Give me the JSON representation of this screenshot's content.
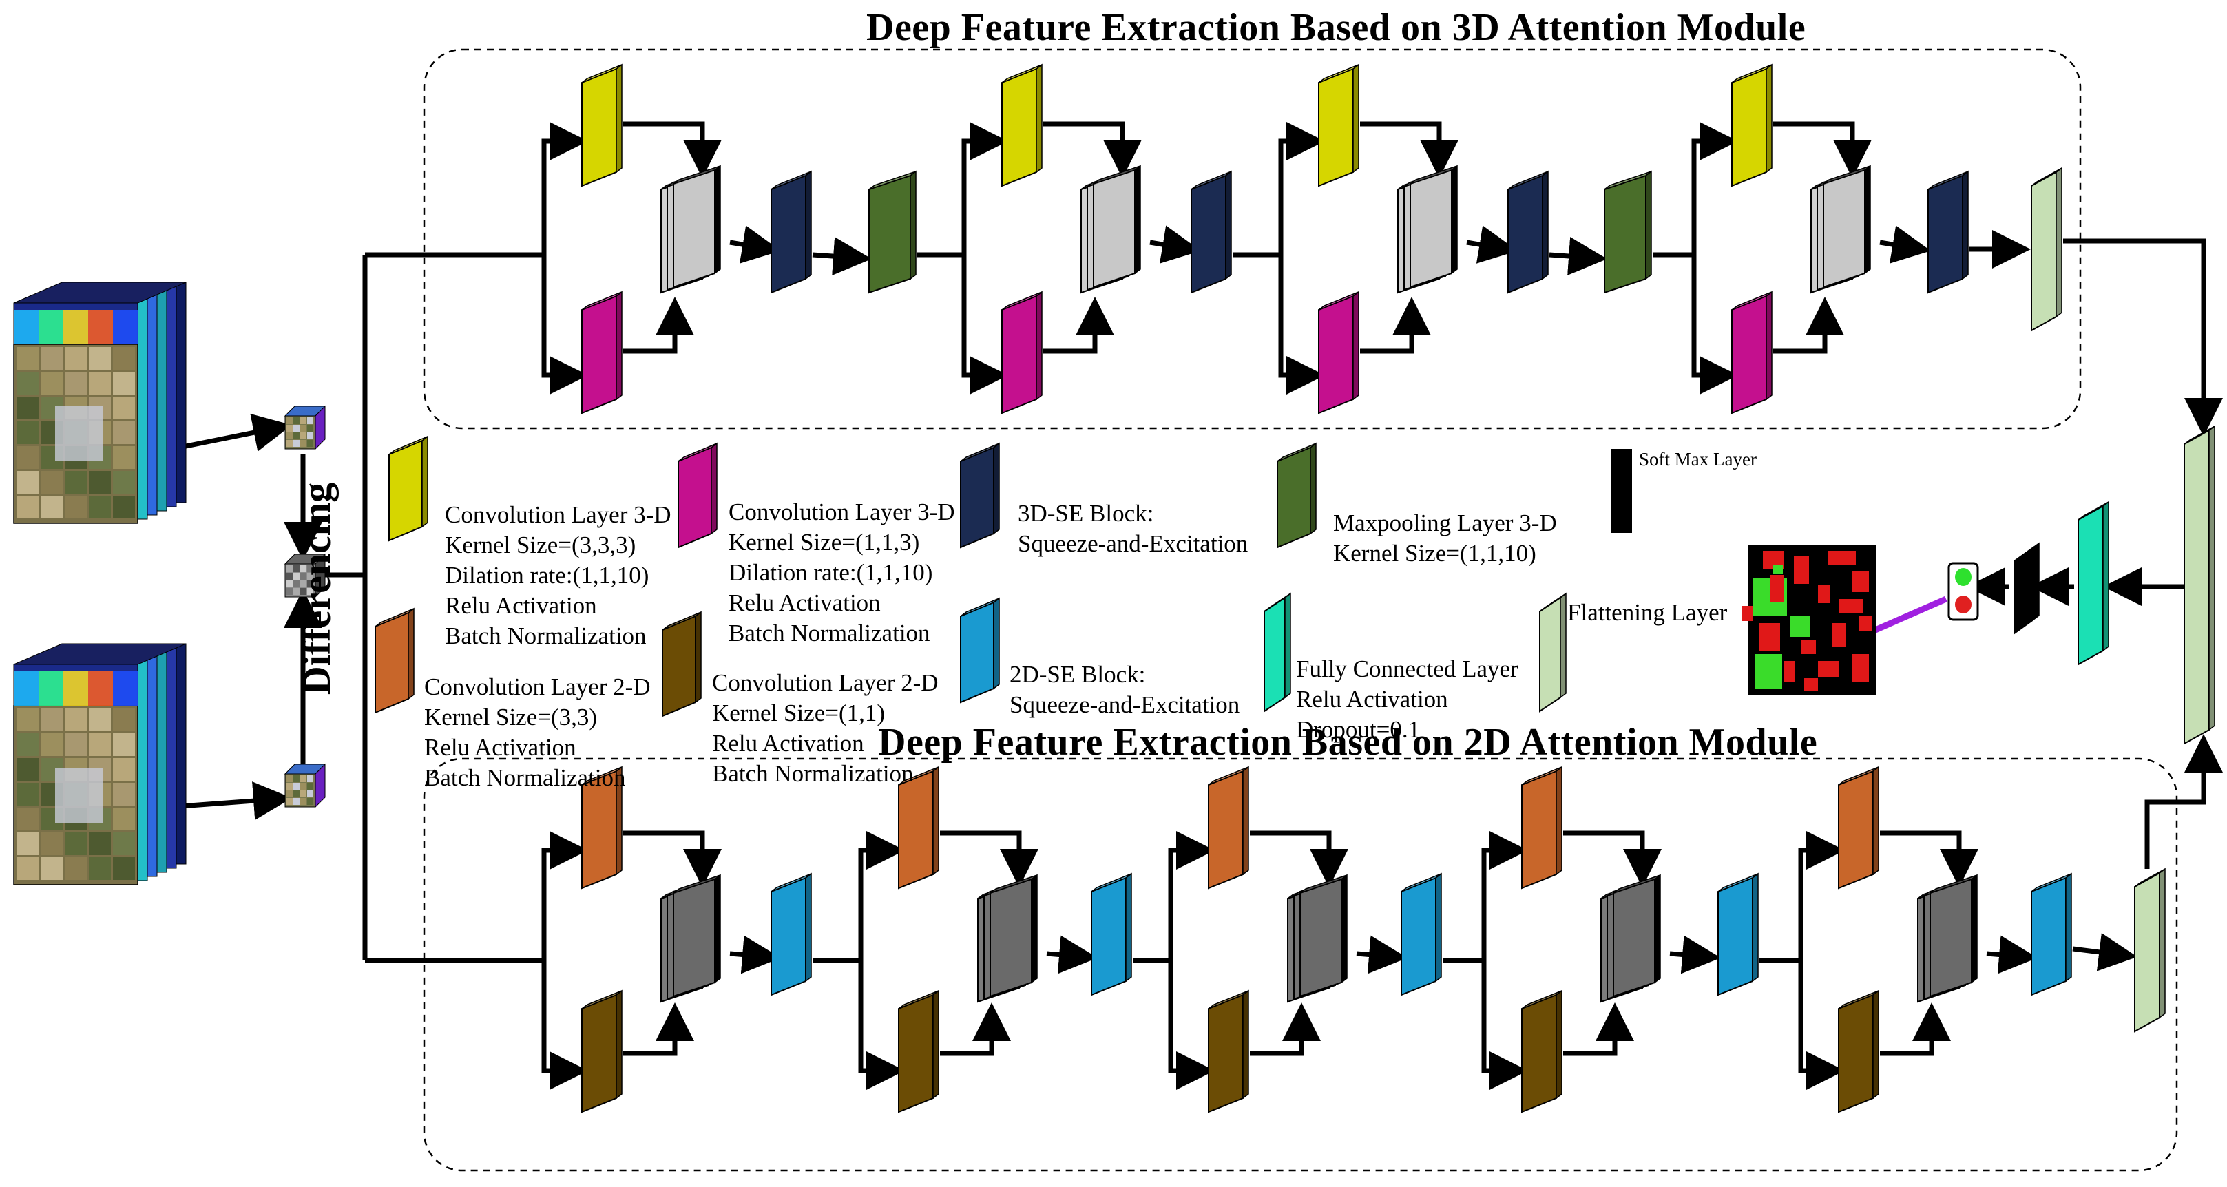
{
  "titles": {
    "top_module": "Deep Feature Extraction Based on 3D Attention Module",
    "bottom_module": "Deep Feature Extraction Based on 2D Attention Module"
  },
  "side_label": "Differencing",
  "legend": {
    "conv3d_a": {
      "color": "#d6d600",
      "lines": [
        "Convolution Layer 3-D",
        "Kernel Size=(3,3,3)",
        "Dilation rate:(1,1,10)",
        "Relu Activation",
        "Batch Normalization"
      ]
    },
    "conv3d_b": {
      "color": "#c4108e",
      "lines": [
        "Convolution Layer 3-D",
        "Kernel Size=(1,1,3)",
        "Dilation rate:(1,1,10)",
        "Relu Activation",
        "Batch Normalization"
      ]
    },
    "se3d": {
      "color": "#1b2b52",
      "lines": [
        "3D-SE Block:",
        "Squeeze-and-Excitation"
      ]
    },
    "maxpool3d": {
      "color": "#4a6e2a",
      "lines": [
        "Maxpooling Layer 3-D",
        "Kernel Size=(1,1,10)"
      ]
    },
    "softmax": {
      "color": "#000000",
      "lines": [
        "Soft Max Layer"
      ]
    },
    "conv2d_a": {
      "color": "#c8662a",
      "lines": [
        "Convolution Layer 2-D",
        "Kernel Size=(3,3)",
        "Relu Activation",
        "Batch Normalization"
      ]
    },
    "conv2d_b": {
      "color": "#6b4c05",
      "lines": [
        "Convolution Layer 2-D",
        "Kernel Size=(1,1)",
        "Relu Activation",
        "Batch Normalization"
      ]
    },
    "se2d": {
      "color": "#1a9ad0",
      "lines": [
        "2D-SE Block:",
        "Squeeze-and-Excitation"
      ]
    },
    "fc": {
      "color": "#1be0b4",
      "lines": [
        "Fully Connected Layer",
        "Relu Activation",
        "Dropout=0.1"
      ]
    },
    "flatten": {
      "color": "#c6dfb4",
      "lines": [
        "Flattening Layer"
      ]
    }
  },
  "colors": {
    "concat_3d": "#c8c8c8",
    "concat_2d": "#6a6a6a",
    "arrow": "#000000",
    "pointer": "#a020e0",
    "change_map_changed": "#e01818",
    "change_map_unchanged": "#3adc2a",
    "indicator_top": "#2ee02e",
    "indicator_bottom": "#e02020"
  },
  "icons": [
    "hyperspectral-cube-t1",
    "hyperspectral-cube-t2",
    "patch-t1",
    "patch-t2",
    "difference-patch",
    "change-map",
    "binary-output-indicator"
  ]
}
